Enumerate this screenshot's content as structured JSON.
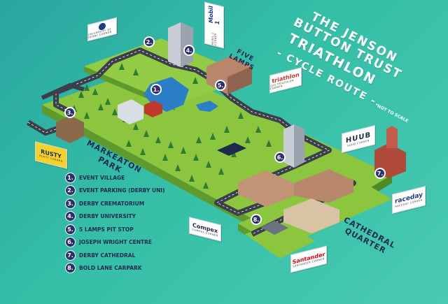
{
  "title": {
    "line1": "THE JENSON",
    "line2": "BUTTON TRUST",
    "line3": "TRIATHLON",
    "line4": "- CYCLE ROUTE -"
  },
  "note": "*NOT TO SCALE",
  "areas": {
    "markeaton": "MARKEATON\nPARK",
    "five_lamps": "FIVE\nLAMPS",
    "cathedral": "CATHEDRAL\nQUARTER"
  },
  "legend": [
    {
      "num": "1.",
      "label": "EVENT VILLAGE"
    },
    {
      "num": "2.",
      "label": "EVENT PARKING (DERBY UNI)"
    },
    {
      "num": "3.",
      "label": "DERBY CREMATORIUM"
    },
    {
      "num": "4.",
      "label": "DERBY UNIVERSITY"
    },
    {
      "num": "5.",
      "label": "5 LAMPS PIT STOP"
    },
    {
      "num": "6.",
      "label": "JOSEPH WRIGHT CENTRE"
    },
    {
      "num": "7.",
      "label": "DERBY CATHEDRAL"
    },
    {
      "num": "8.",
      "label": "BOLD LANE CARPARK"
    }
  ],
  "markers": [
    "1.",
    "2.",
    "3.",
    "4.",
    "5.",
    "6.",
    "7.",
    "8."
  ],
  "signs": {
    "derby_uni": {
      "main": "",
      "sub": "UNIVERSITY OF DERBY CORNER"
    },
    "mobil": {
      "main": "Mobil 1",
      "sub": "MOBIL 1 CORNER"
    },
    "triathlon": {
      "main": "triathlon",
      "sub": "220 TRIATHLON CORNER"
    },
    "hub": {
      "main": "HUUB",
      "sub": "HUUB CORNER"
    },
    "raceday": {
      "main": "raceday",
      "sub": "RACEDAY CORNER"
    },
    "santander": {
      "main": "Santander",
      "sub": "SANTANDER CORNER"
    },
    "compex": {
      "main": "Compex",
      "sub": "COMPEX CORNER"
    },
    "rusty": {
      "main": "RUSTY",
      "sub": "RUSTY CORNER"
    }
  },
  "colors": {
    "background": "#34bfa6",
    "grass": "#8cc63f",
    "road": "#3a3f4a",
    "water": "#2a7fc8",
    "accent": "#2c2f6e"
  }
}
